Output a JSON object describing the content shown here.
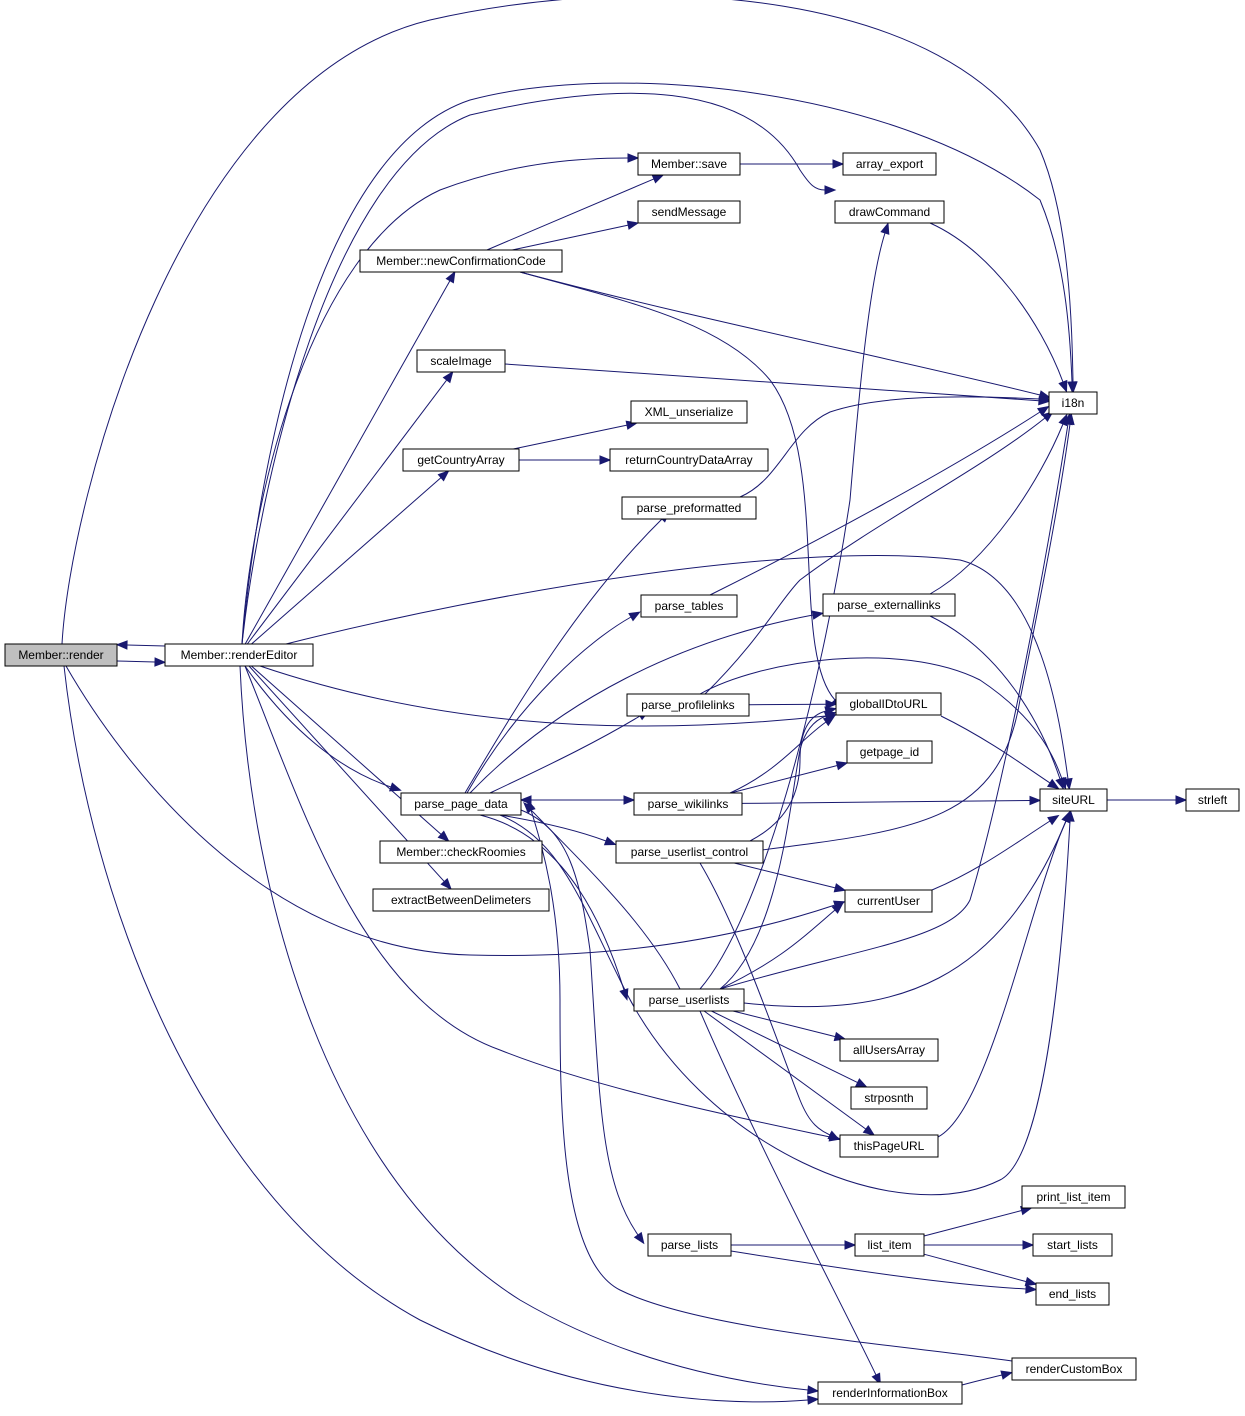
{
  "graph": {
    "root": "Member::render",
    "node_labels": {
      "render": "Member::render",
      "renderEditor": "Member::renderEditor",
      "save": "Member::save",
      "arrayExport": "array_export",
      "sendMessage": "sendMessage",
      "drawCommand": "drawCommand",
      "newConf": "Member::newConfirmationCode",
      "scaleImage": "scaleImage",
      "i18n": "i18n",
      "xmlUnser": "XML_unserialize",
      "getCountry": "getCountryArray",
      "returnCountry": "returnCountryDataArray",
      "parsePre": "parse_preformatted",
      "parseTables": "parse_tables",
      "parseExt": "parse_externallinks",
      "parseProf": "parse_profilelinks",
      "globalID": "globalIDtoURL",
      "getpageId": "getpage_id",
      "parsePage": "parse_page_data",
      "parseWiki": "parse_wikilinks",
      "siteURL": "siteURL",
      "strleft": "strleft",
      "checkRoomies": "Member::checkRoomies",
      "parseUlc": "parse_userlist_control",
      "extract": "extractBetweenDelimeters",
      "currentUser": "currentUser",
      "parseUserlists": "parse_userlists",
      "allUsers": "allUsersArray",
      "strposnth": "strposnth",
      "thisPage": "thisPageURL",
      "printListItem": "print_list_item",
      "parseLists": "parse_lists",
      "listItem": "list_item",
      "startLists": "start_lists",
      "endLists": "end_lists",
      "renderCustom": "renderCustomBox",
      "renderInfo": "renderInformationBox"
    },
    "edges": [
      [
        "render",
        "renderEditor"
      ],
      [
        "renderEditor",
        "render"
      ],
      [
        "render",
        "i18n"
      ],
      [
        "render",
        "currentUser"
      ],
      [
        "render",
        "renderInfo"
      ],
      [
        "renderEditor",
        "save"
      ],
      [
        "renderEditor",
        "newConf"
      ],
      [
        "renderEditor",
        "scaleImage"
      ],
      [
        "renderEditor",
        "getCountry"
      ],
      [
        "renderEditor",
        "i18n"
      ],
      [
        "renderEditor",
        "drawCommand"
      ],
      [
        "renderEditor",
        "siteURL"
      ],
      [
        "renderEditor",
        "globalID"
      ],
      [
        "renderEditor",
        "parsePage"
      ],
      [
        "renderEditor",
        "checkRoomies"
      ],
      [
        "renderEditor",
        "extract"
      ],
      [
        "renderEditor",
        "thisPage"
      ],
      [
        "renderEditor",
        "renderInfo"
      ],
      [
        "save",
        "arrayExport"
      ],
      [
        "newConf",
        "save"
      ],
      [
        "newConf",
        "sendMessage"
      ],
      [
        "newConf",
        "i18n"
      ],
      [
        "newConf",
        "globalID"
      ],
      [
        "scaleImage",
        "i18n"
      ],
      [
        "getCountry",
        "xmlUnser"
      ],
      [
        "getCountry",
        "returnCountry"
      ],
      [
        "drawCommand",
        "i18n"
      ],
      [
        "parsePre",
        "i18n"
      ],
      [
        "parseTables",
        "i18n"
      ],
      [
        "parseExt",
        "i18n"
      ],
      [
        "parseExt",
        "siteURL"
      ],
      [
        "parseProf",
        "globalID"
      ],
      [
        "parseProf",
        "i18n"
      ],
      [
        "parseProf",
        "siteURL"
      ],
      [
        "globalID",
        "siteURL"
      ],
      [
        "parsePage",
        "parsePre"
      ],
      [
        "parsePage",
        "parseTables"
      ],
      [
        "parsePage",
        "parseExt"
      ],
      [
        "parsePage",
        "parseProf"
      ],
      [
        "parsePage",
        "parseWiki"
      ],
      [
        "parsePage",
        "parseUlc"
      ],
      [
        "parsePage",
        "parseUserlists"
      ],
      [
        "parsePage",
        "parseLists"
      ],
      [
        "parsePage",
        "siteURL"
      ],
      [
        "parseWiki",
        "parsePage"
      ],
      [
        "parseWiki",
        "globalID"
      ],
      [
        "parseWiki",
        "getpageId"
      ],
      [
        "parseWiki",
        "siteURL"
      ],
      [
        "siteURL",
        "strleft"
      ],
      [
        "parseUlc",
        "globalID"
      ],
      [
        "parseUlc",
        "i18n"
      ],
      [
        "parseUlc",
        "currentUser"
      ],
      [
        "parseUlc",
        "thisPage"
      ],
      [
        "currentUser",
        "siteURL"
      ],
      [
        "parseUserlists",
        "parsePage"
      ],
      [
        "parseUserlists",
        "drawCommand"
      ],
      [
        "parseUserlists",
        "globalID"
      ],
      [
        "parseUserlists",
        "i18n"
      ],
      [
        "parseUserlists",
        "currentUser"
      ],
      [
        "parseUserlists",
        "siteURL"
      ],
      [
        "parseUserlists",
        "allUsers"
      ],
      [
        "parseUserlists",
        "strposnth"
      ],
      [
        "parseUserlists",
        "thisPage"
      ],
      [
        "parseUserlists",
        "renderInfo"
      ],
      [
        "thisPage",
        "siteURL"
      ],
      [
        "parseLists",
        "listItem"
      ],
      [
        "parseLists",
        "endLists"
      ],
      [
        "listItem",
        "printListItem"
      ],
      [
        "listItem",
        "startLists"
      ],
      [
        "listItem",
        "endLists"
      ],
      [
        "renderCustom",
        "parsePage"
      ],
      [
        "renderInfo",
        "renderCustom"
      ]
    ]
  }
}
